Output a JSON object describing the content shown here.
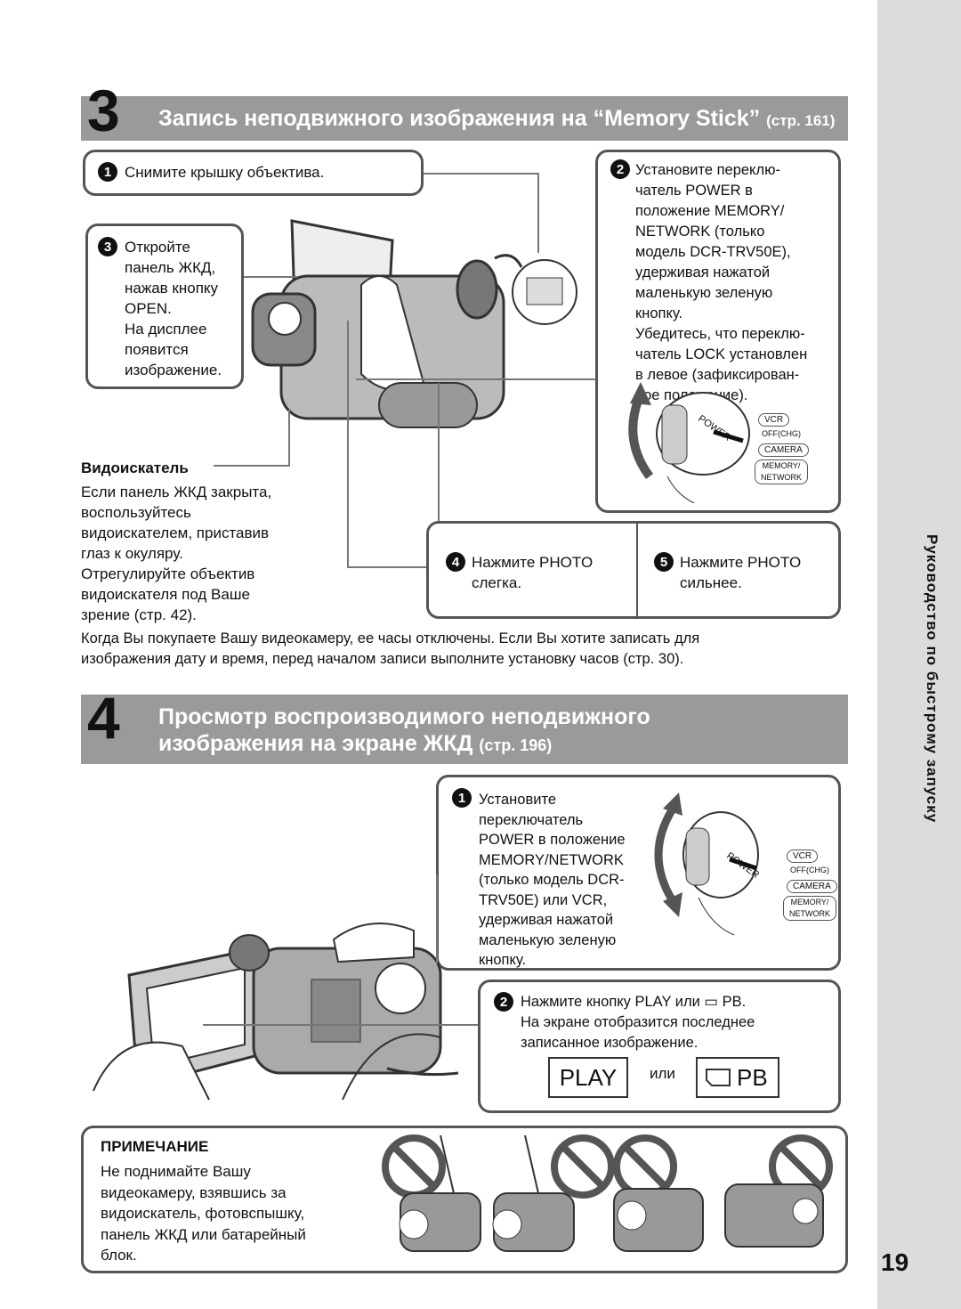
{
  "sidebar": {
    "label": "Руководство по быстрому запуску",
    "page_number": "19"
  },
  "section3": {
    "number": "3",
    "title": "Запись неподвижного изображения на “Memory Stick”",
    "page_ref": "(стр. 161)",
    "step1": {
      "num": "1",
      "text": "Снимите крышку объектива."
    },
    "step2": {
      "num": "2",
      "text": "Установите переклю-\nчатель POWER в\nположение MEMORY/\nNETWORK (только\nмодель DCR-TRV50E),\nудерживая нажатой\nмаленькую зеленую\nкнопку.\nУбедитесь, что переклю-\nчатель LOCK установлен\nв левое (зафиксирован-\nное положение)."
    },
    "step3": {
      "num": "3",
      "text": "Откройте\nпанель ЖКД,\nнажав кнопку\nOPEN.\nНа дисплее\nпоявится\nизображение."
    },
    "step4": {
      "num": "4",
      "text": "Нажмите PHOTO\nслегка."
    },
    "step5": {
      "num": "5",
      "text": "Нажмите PHOTO\nсильнее."
    },
    "viewfinder": {
      "title": "Видоискатель",
      "text": "Если панель ЖКД закрыта,\nвоспользуйтесь\nвидоискателем, приставив\nглаз к окуляру.\nОтрегулируйте объектив\nвидоискателя под Ваше\nзрение (стр. 42)."
    },
    "clock_note": "Когда Вы покупаете Вашу видеокамеру, ее часы отключены. Если Вы хотите записать для\nизображения дату и время, перед началом записи выполните установку часов (стр. 30).",
    "dial": {
      "power": "POWER",
      "vcr": "VCR",
      "off": "OFF(CHG)",
      "camera": "CAMERA",
      "memory": "MEMORY/\nNETWORK"
    }
  },
  "section4": {
    "number": "4",
    "title_line1": "Просмотр воспроизводимого неподвижного",
    "title_line2": "изображения на экране ЖКД",
    "page_ref": "(стр. 196)",
    "step1": {
      "num": "1",
      "text": "Установите\nпереключатель\nPOWER в положение\nMEMORY/NETWORK\n(только модель DCR-\nTRV50E) или VCR,\nудерживая нажатой\nмаленькую зеленую\nкнопку."
    },
    "step2": {
      "num": "2",
      "text": "Нажмите кнопку PLAY или ▭ PB.\nНа экране отобразится последнее\nзаписанное изображение."
    },
    "play_label": "PLAY",
    "or_label": "или",
    "pb_label": "PB",
    "dial": {
      "power": "POWER",
      "vcr": "VCR",
      "off": "OFF(CHG)",
      "camera": "CAMERA",
      "memory": "MEMORY/\nNETWORK"
    }
  },
  "note": {
    "title": "ПРИМЕЧАНИЕ",
    "text": "Не поднимайте Вашу\nвидеокамеру, взявшись за\nвидоискатель, фотовспышку,\nпанель ЖКД или батарейный\nблок."
  }
}
